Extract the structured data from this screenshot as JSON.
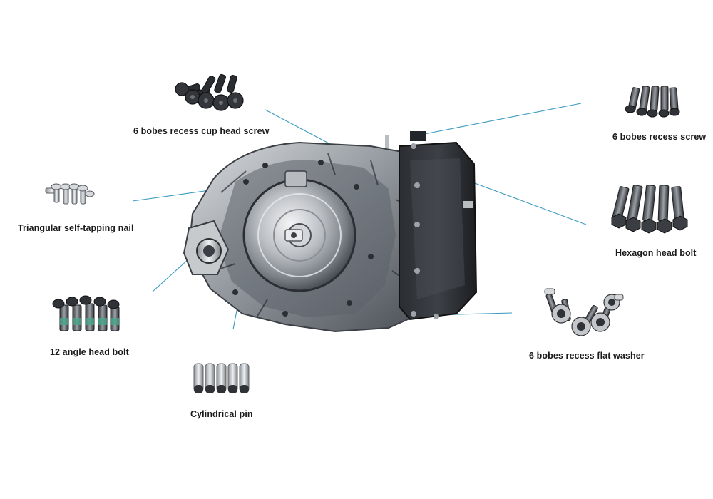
{
  "parts": [
    {
      "id": "cup-head-screw",
      "label": "6 bobes recess cup head screw",
      "icon": "cup-head-screw-icon"
    },
    {
      "id": "recess-screw",
      "label": "6 bobes recess screw",
      "icon": "recess-screw-icon"
    },
    {
      "id": "self-tapping-nail",
      "label": "Triangular self-tapping nail",
      "icon": "self-tapping-nail-icon"
    },
    {
      "id": "hexagon-head-bolt",
      "label": "Hexagon head bolt",
      "icon": "hexagon-head-bolt-icon"
    },
    {
      "id": "angle-head-bolt",
      "label": "12 angle head  bolt",
      "icon": "angle-head-bolt-icon"
    },
    {
      "id": "flat-washer",
      "label": "6 bobes recess flat washer",
      "icon": "flat-washer-icon"
    },
    {
      "id": "cylindrical-pin",
      "label": "Cylindrical pin",
      "icon": "cylindrical-pin-icon"
    }
  ],
  "colors": {
    "leader": "#3a9bbf",
    "metal_dark": "#2b2e33",
    "metal_light": "#c9ccd0",
    "background": "#ffffff"
  },
  "center_image": "transmission-icon"
}
